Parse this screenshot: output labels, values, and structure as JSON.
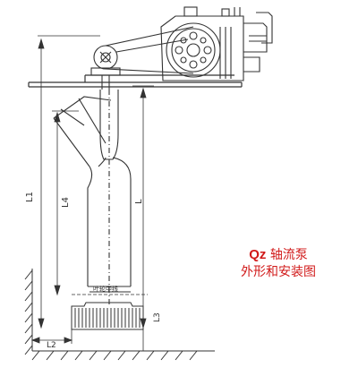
{
  "caption": {
    "model": "Qz",
    "title": "轴流泵",
    "subtitle": "外形和安装图"
  },
  "labels": {
    "l1": "L1",
    "l2": "L2",
    "l3": "L3",
    "l4": "L4",
    "l": "L",
    "impeller_line": "叶轮中线"
  },
  "colors": {
    "line": "#333333",
    "caption": "#d11a1a"
  }
}
